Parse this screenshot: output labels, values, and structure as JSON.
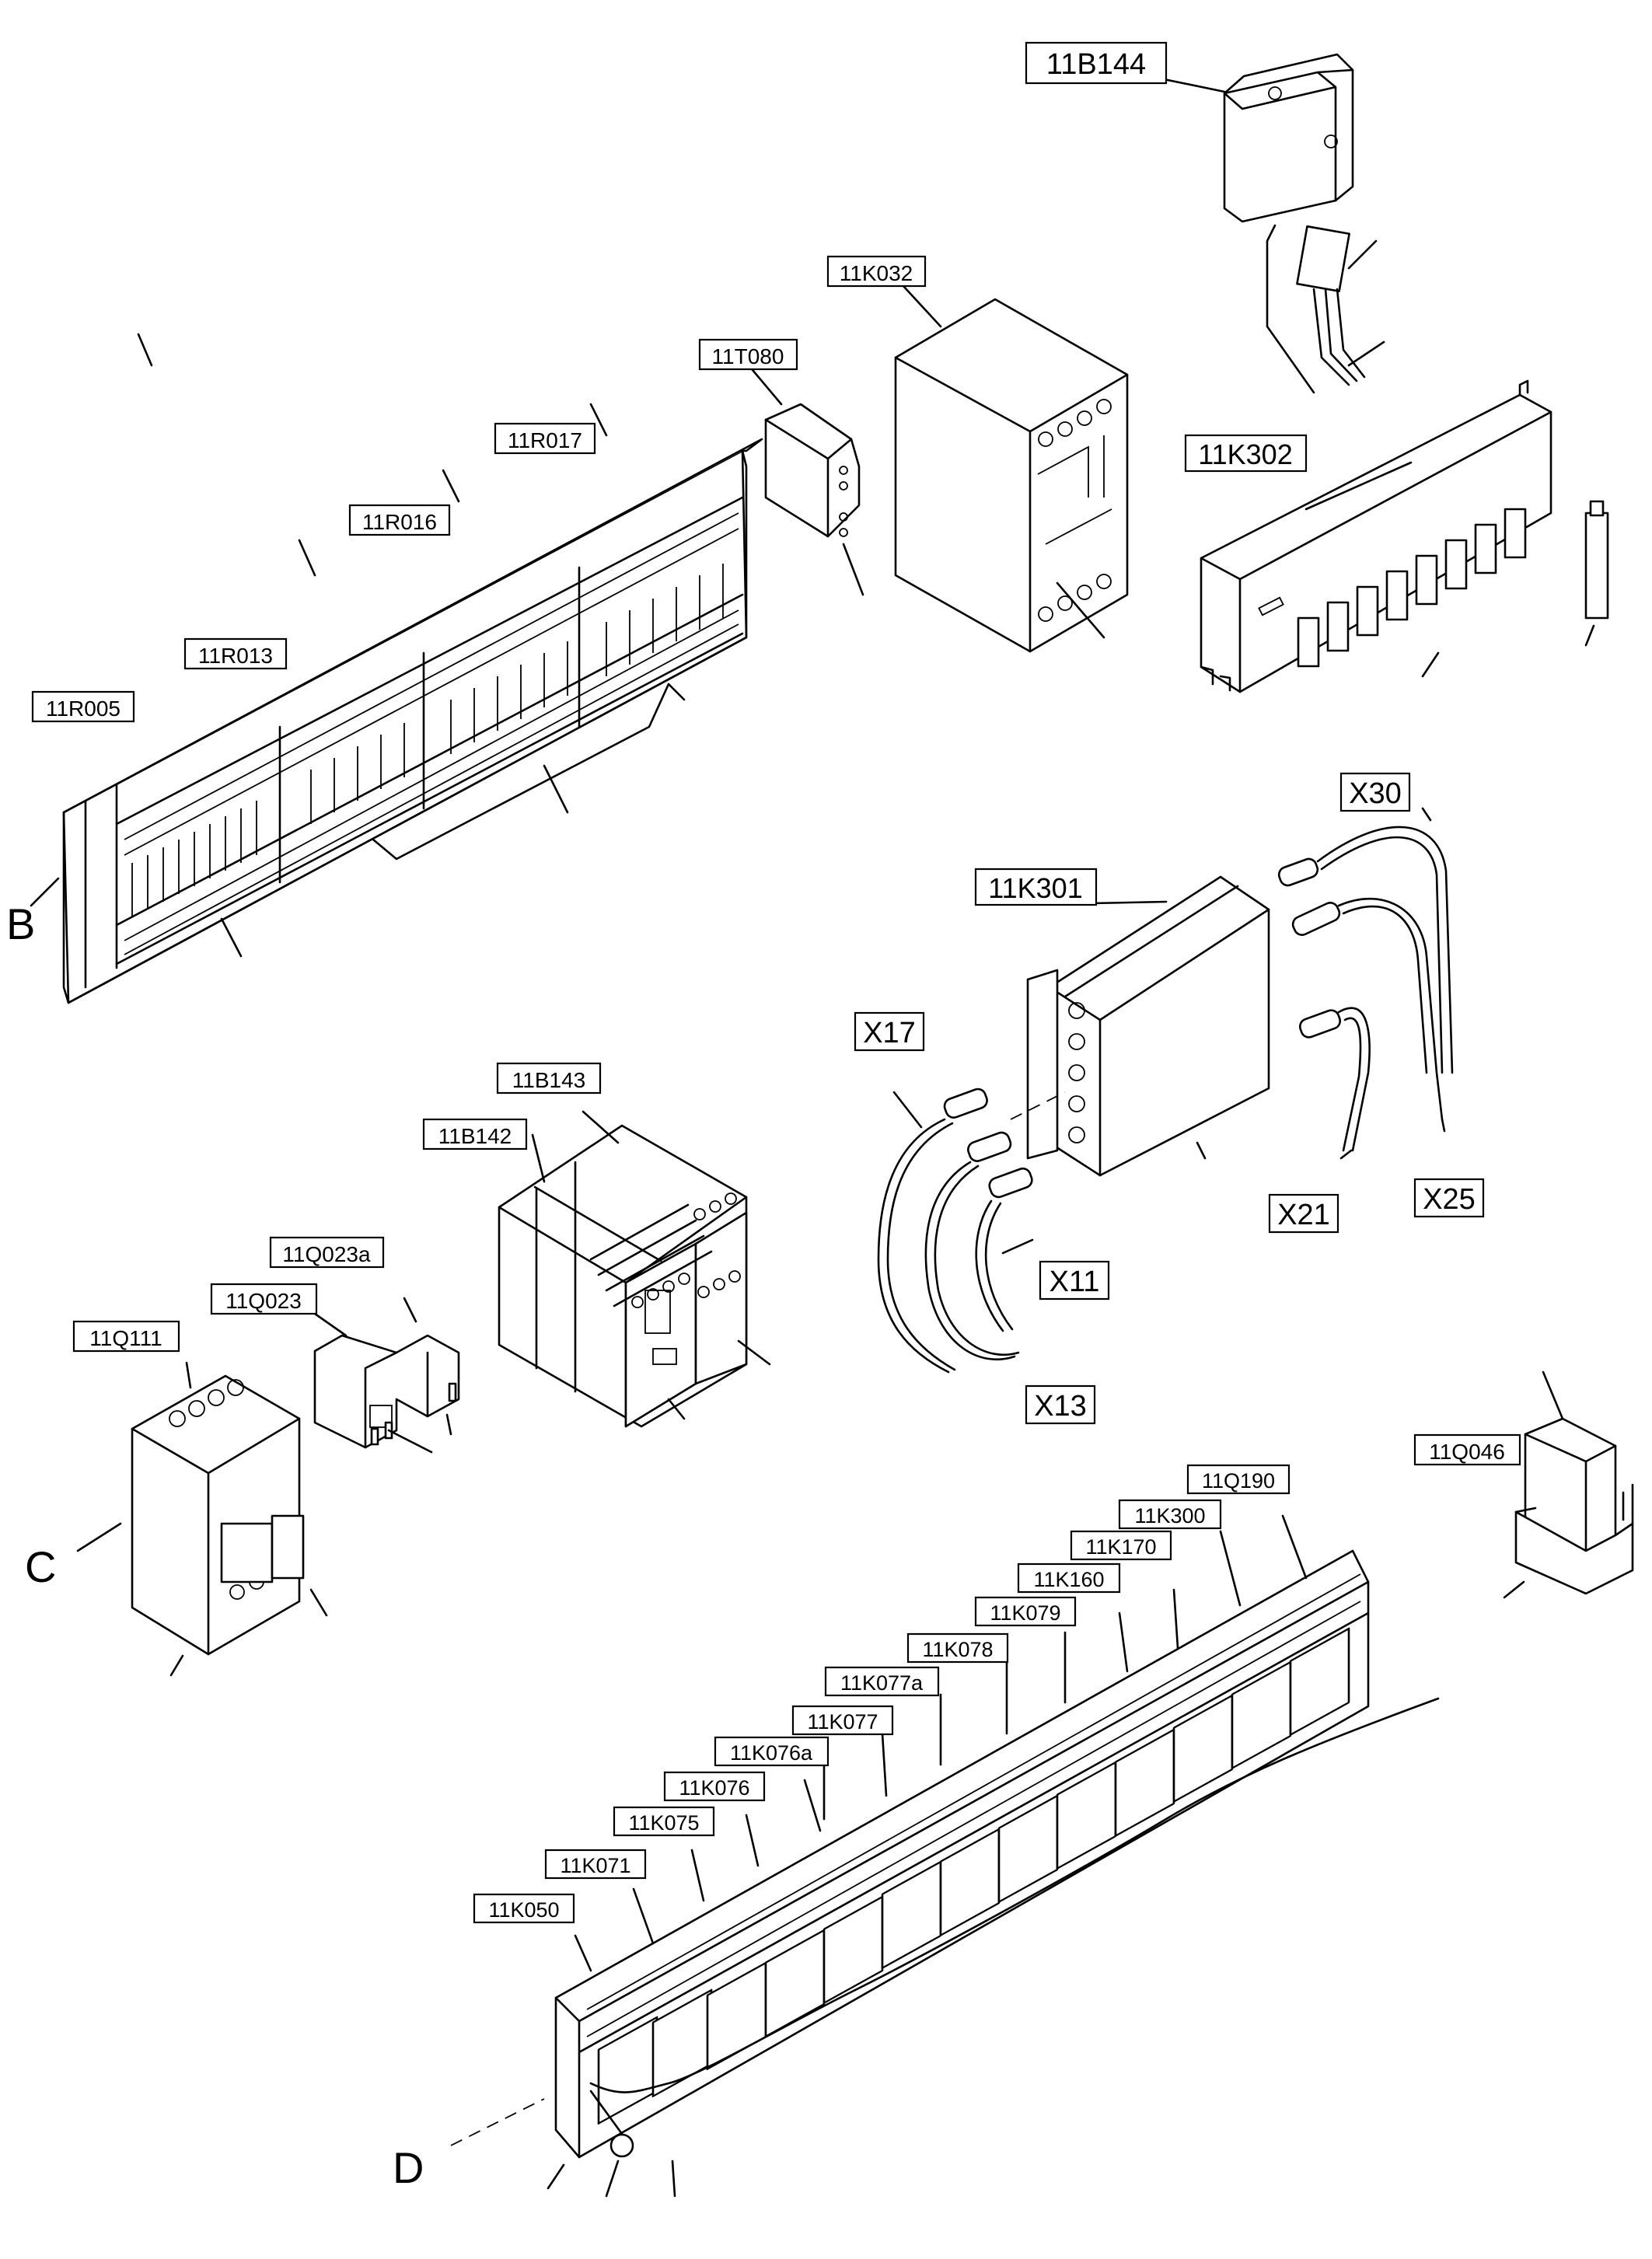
{
  "sections": {
    "b": "B",
    "c": "C",
    "d": "D"
  },
  "top_group": {
    "big": [
      "11B144",
      "11K302",
      "11K301"
    ],
    "small": [
      "11K032",
      "11T080",
      "11R017",
      "11R016",
      "11R013",
      "11R005"
    ]
  },
  "connectors": [
    "X30",
    "X17",
    "X21",
    "X25",
    "X11",
    "X13"
  ],
  "c_group": [
    "11B143",
    "11B142",
    "11Q023a",
    "11Q023",
    "11Q111",
    "11Q046"
  ],
  "d_group": [
    "11Q190",
    "11K300",
    "11K170",
    "11K160",
    "11K079",
    "11K078",
    "11K077a",
    "11K077",
    "11K076a",
    "11K076",
    "11K075",
    "11K071",
    "11K050"
  ]
}
